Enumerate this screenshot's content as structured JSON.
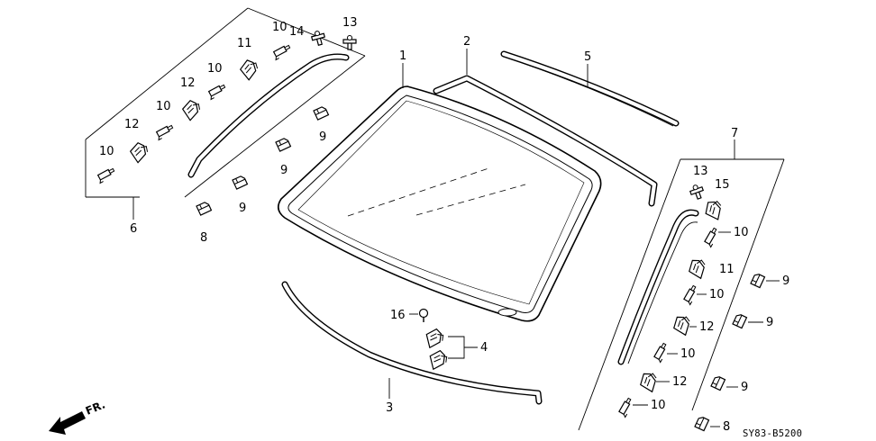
{
  "diagram": {
    "callouts": [
      "1",
      "2",
      "5",
      "3",
      "4",
      "16",
      "7",
      "6",
      "8",
      "9",
      "9",
      "9",
      "10",
      "12",
      "10",
      "12",
      "10",
      "11",
      "10",
      "14",
      "13",
      "13",
      "15",
      "10",
      "11",
      "10",
      "12",
      "10",
      "12",
      "10",
      "9",
      "9",
      "9",
      "8"
    ],
    "direction_label": "FR.",
    "diagram_code": "SY83-B5200"
  }
}
